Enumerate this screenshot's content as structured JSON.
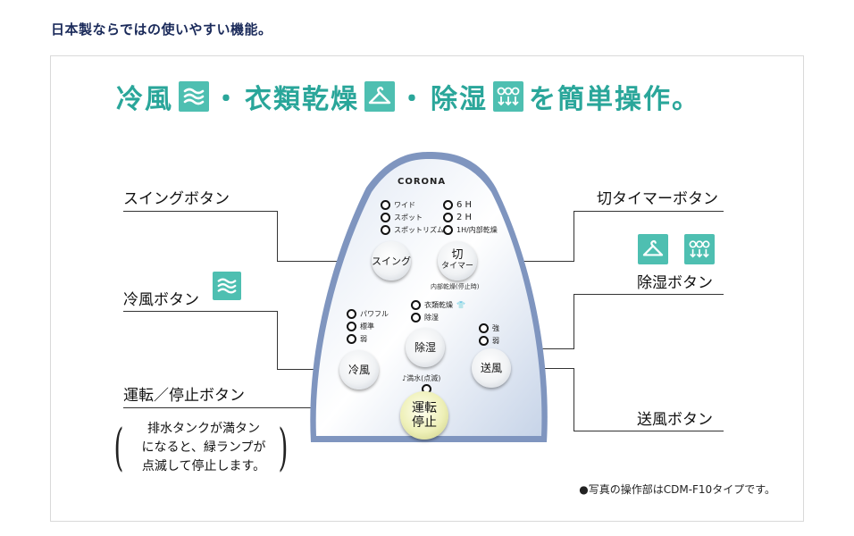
{
  "heading": "日本製ならではの使いやすい機能。",
  "banner": {
    "part1": "冷風",
    "sep1": "・",
    "part2": "衣類乾燥",
    "sep2": "・",
    "part3": "除湿",
    "part4": "を簡単操作。"
  },
  "labels": {
    "swing": "スイングボタン",
    "cool": "冷風ボタン",
    "run_stop": "運転／停止ボタン",
    "timer": "切タイマーボタン",
    "dehumid": "除湿ボタン",
    "fan": "送風ボタン"
  },
  "note": {
    "line1": "排水タンクが満タン",
    "line2": "になると、緑ランプが",
    "line3": "点滅して停止します。"
  },
  "footnote": "●写真の操作部はCDM-F10タイプです。",
  "panel": {
    "brand": "CORONA",
    "swing_leds": [
      "ワイド",
      "スポット",
      "スポットリズム"
    ],
    "timer_leds": [
      "6 H",
      "2 H",
      "1H/内部乾燥"
    ],
    "swing_btn": "スイング",
    "timer_btn_1": "切",
    "timer_btn_2": "タイマー",
    "inner_dry": "内部乾燥(停止時)",
    "mode_leds": [
      "衣類乾燥",
      "除湿"
    ],
    "cool_leds": [
      "パワフル",
      "標準",
      "弱"
    ],
    "fan_leds": [
      "強",
      "弱"
    ],
    "dehumid_btn": "除湿",
    "cool_btn": "冷風",
    "fan_btn": "送風",
    "tank_full": "♪満水(点滅)",
    "power_btn_1": "運転",
    "power_btn_2": "停止"
  },
  "colors": {
    "accent": "#4ebfb1",
    "banner_text": "#2aa69a",
    "heading": "#1a2a5a"
  },
  "icons": [
    "wave-icon",
    "hanger-icon",
    "droplets-icon"
  ]
}
